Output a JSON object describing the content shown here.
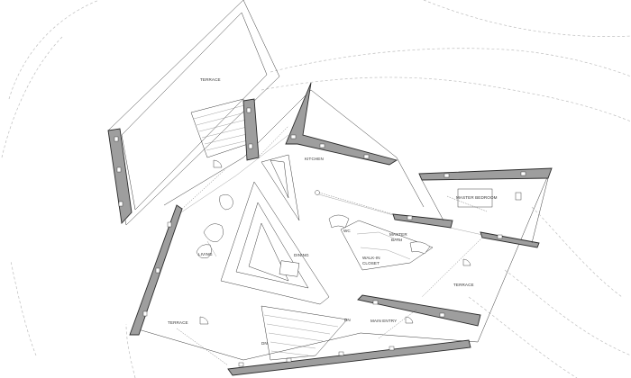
{
  "colors": {
    "background": "#ffffff",
    "wall_fill": "#9e9e9e",
    "line": "#2b2b2b",
    "contour": "#bdbdbd"
  },
  "rooms": {
    "terrace_north": "TERRACE",
    "kitchen": "KITCHEN",
    "master_bedroom": "MASTER BEDROOM",
    "wc": "WC",
    "master_bath_line1": "MASTER",
    "master_bath_line2": "BATH",
    "walk_in_closet_line1": "WALK-IN",
    "walk_in_closet_line2": "CLOSET",
    "dining": "DINING",
    "living": "LIVING",
    "terrace_east": "TERRACE",
    "terrace_southwest": "TERRACE",
    "main_entry": "MAIN ENTRY"
  },
  "stairs": {
    "dn_1": "DN",
    "dn_2": "DN"
  }
}
